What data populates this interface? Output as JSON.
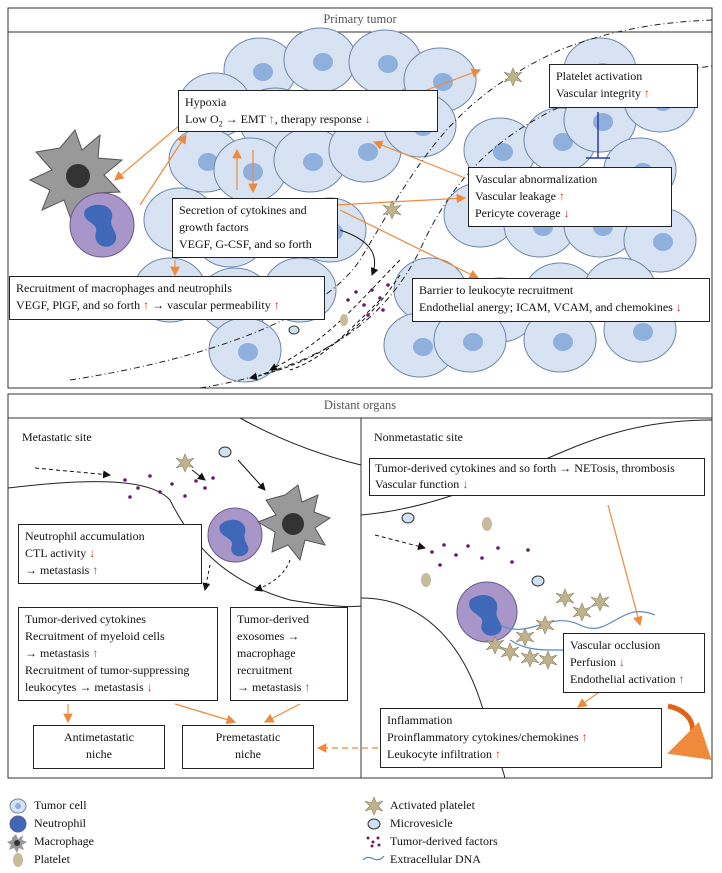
{
  "panels": {
    "primary": "Primary tumor",
    "distant": "Distant organs",
    "metastatic": "Metastatic site",
    "nonmetastatic": "Nonmetastatic site"
  },
  "arrows": {
    "up": "↑",
    "down": "↓"
  },
  "boxes": {
    "hypoxia": {
      "title": "Hypoxia",
      "line_pre": "Low O",
      "sub": "2",
      "line_mid": " → EMT ",
      "line_post": ", therapy response "
    },
    "platelet_activation": {
      "title": "Platelet activation",
      "line": "Vascular integrity "
    },
    "secretion": {
      "l1": "Secretion of cytokines and",
      "l2": "growth factors",
      "l3": "VEGF, G-CSF, and so forth"
    },
    "vascular_abnorm": {
      "l1": "Vascular abnormalization",
      "l2": "Vascular leakage ",
      "l3": "Pericyte coverage "
    },
    "recruitment": {
      "l1": "Recruitment of macrophages and neutrophils",
      "l2a": "VEGF, PlGF, and so forth ",
      "l2b": " → vascular permeability "
    },
    "barrier": {
      "l1": "Barrier to leukocyte recruitment",
      "l2": "Endothelial anergy; ICAM, VCAM, and chemokines "
    },
    "neutrophil_acc": {
      "l1": "Neutrophil accumulation",
      "l2": "CTL activity ",
      "l3": "→ metastasis "
    },
    "tumor_derived_cytokines": {
      "l1": "Tumor-derived cytokines",
      "l2": "Recruitment of myeloid cells",
      "l3": "→ metastasis ",
      "l4": "Recruitment of tumor-suppressing",
      "l5": "leukocytes → metastasis "
    },
    "exosomes": {
      "l1": "Tumor-derived",
      "l2": "exosomes →",
      "l3": "macrophage",
      "l4": "recruitment",
      "l5": "→ metastasis "
    },
    "antimetastatic": {
      "l1": "Antimetastatic",
      "l2": "niche"
    },
    "premetastatic": {
      "l1": "Premetastatic",
      "l2": "niche"
    },
    "netosis": {
      "l1": "Tumor-derived cytokines and so forth → NETosis, thrombosis",
      "l2": "Vascular function "
    },
    "occlusion": {
      "l1": "Vascular occlusion",
      "l2": "Perfusion ",
      "l3": "Endothelial activation "
    },
    "inflammation": {
      "l1": "Inflammation",
      "l2": "Proinflammatory cytokines/chemokines ",
      "l3": "Leukocyte infiltration "
    }
  },
  "legend": [
    {
      "icon": "tumor-cell-icon",
      "label": "Tumor cell"
    },
    {
      "icon": "neutrophil-icon",
      "label": "Neutrophil"
    },
    {
      "icon": "macrophage-icon",
      "label": "Macrophage"
    },
    {
      "icon": "platelet-icon",
      "label": "Platelet"
    },
    {
      "icon": "activated-platelet-icon",
      "label": "Activated platelet"
    },
    {
      "icon": "microvesicle-icon",
      "label": "Microvesicle"
    },
    {
      "icon": "tumor-derived-factors-icon",
      "label": "Tumor-derived factors"
    },
    {
      "icon": "extracellular-dna-icon",
      "label": "Extracellular DNA"
    }
  ],
  "colors": {
    "arrow_orange": "#ef8a3c",
    "cell_fill": "#d7e3f2",
    "nucleus": "#8fb0dc",
    "red_arrow": "#d4302a",
    "inhibit_blue": "#2a3aa8"
  }
}
